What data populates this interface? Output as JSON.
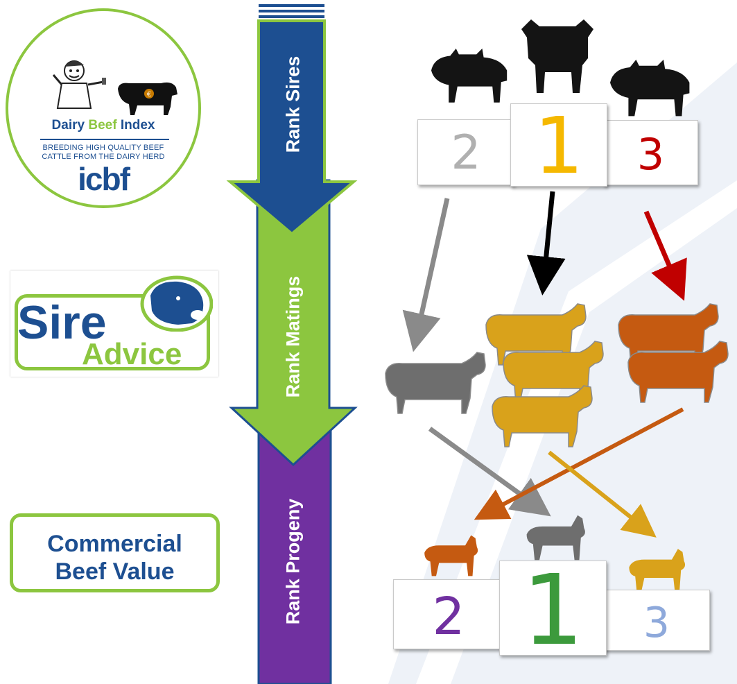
{
  "logos": {
    "dairy_beef_index": {
      "title_parts": [
        "Dairy ",
        "Beef",
        " Index"
      ],
      "tagline_line1": "BREEDING HIGH QUALITY BEEF",
      "tagline_line2": "CATTLE FROM THE DAIRY HERD",
      "brand": "icbf"
    },
    "sire_advice": {
      "word1": "Sire",
      "word2": "Advice"
    },
    "commercial_beef_value": {
      "line1": "Commercial",
      "line2": "Beef Value"
    }
  },
  "stages": [
    "Rank Sires",
    "Rank Matings",
    "Rank Progeny"
  ],
  "podium_top": {
    "first": "1",
    "second": "2",
    "third": "3"
  },
  "podium_bottom": {
    "first": "1",
    "second": "2",
    "third": "3"
  },
  "colors": {
    "navy": "#1d4f91",
    "green": "#8cc63f",
    "purple": "#7030a0",
    "gold": "#f5b800",
    "red": "#c00000",
    "orange_cow": "#c55a11",
    "yellow_cow": "#d9a21b",
    "grey_cow": "#6e6e6e"
  },
  "icons": [
    "bull-icon",
    "cow-icon",
    "calf-icon",
    "farmer-cartoon-icon",
    "euro-coin-icon",
    "cow-head-icon"
  ]
}
